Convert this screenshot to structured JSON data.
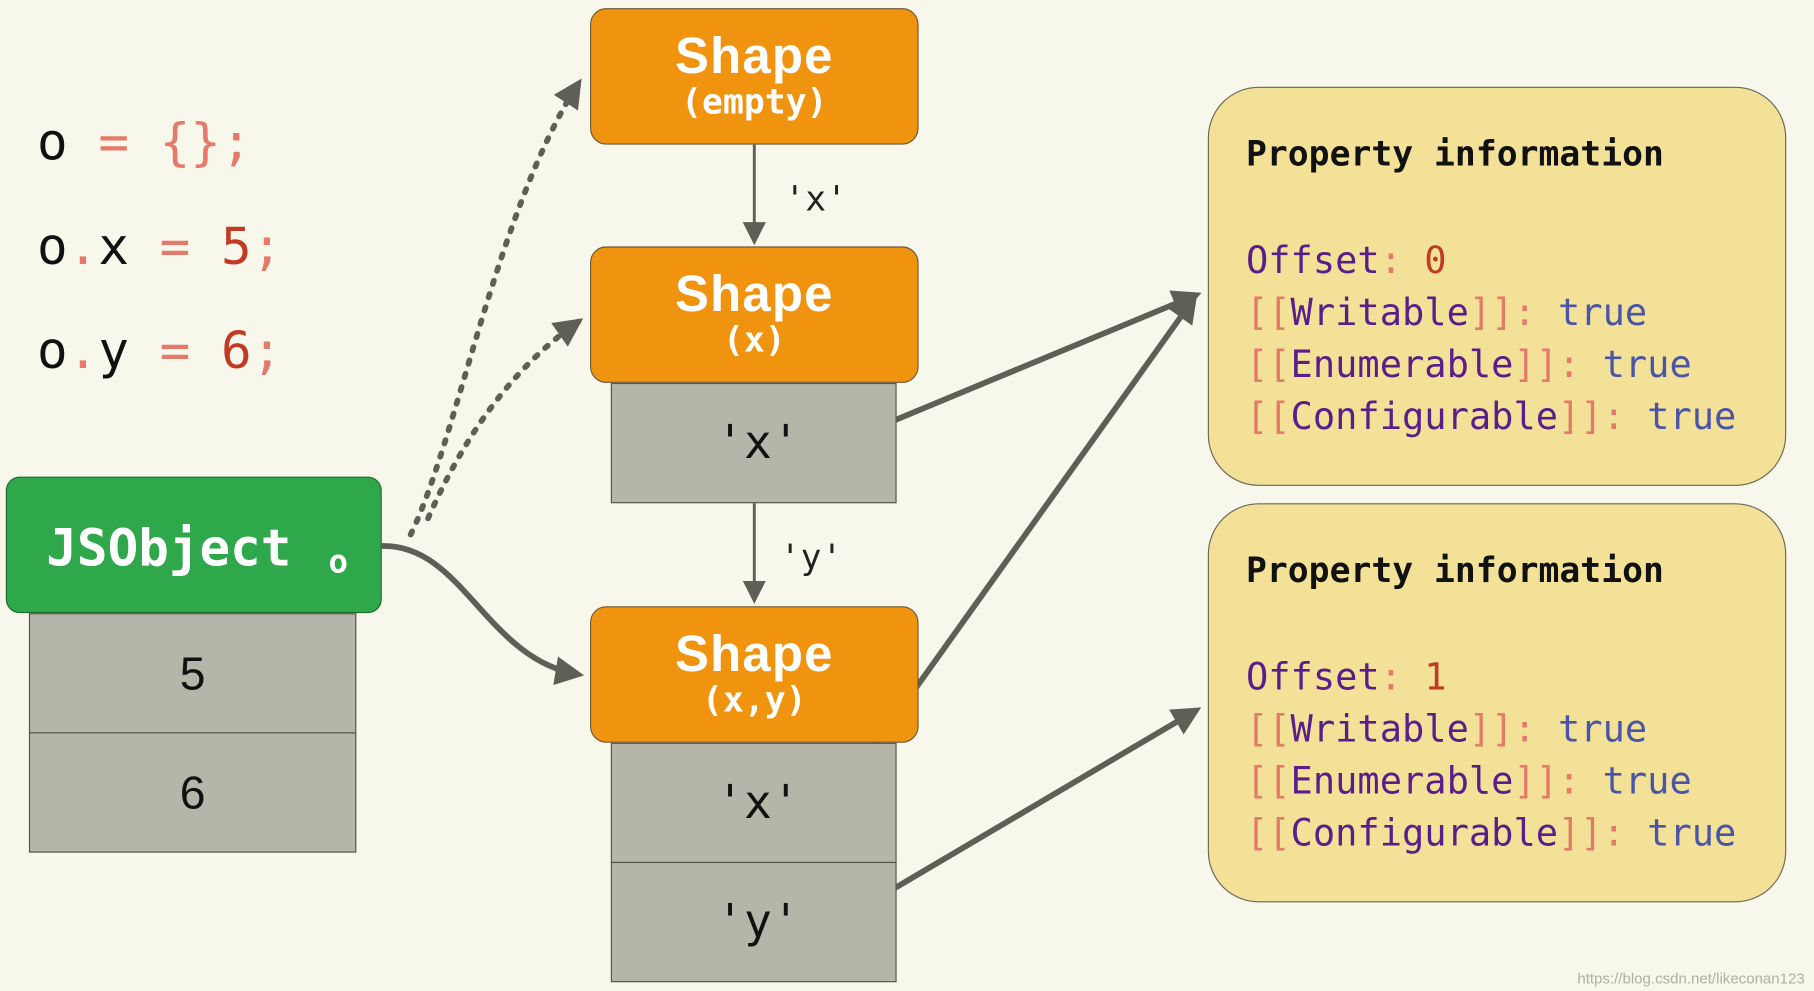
{
  "code": {
    "line1": {
      "var": "o",
      "op": "=",
      "val": "{};"
    },
    "line2": {
      "obj": "o",
      "dot": ".",
      "prop": "x",
      "op": "=",
      "num": "5",
      "semi": ";"
    },
    "line3": {
      "obj": "o",
      "dot": ".",
      "prop": "y",
      "op": "=",
      "num": "6",
      "semi": ";"
    }
  },
  "shapes": [
    {
      "title": "Shape",
      "sub": "(empty)"
    },
    {
      "title": "Shape",
      "sub": "(x)",
      "slots": [
        "'x'"
      ]
    },
    {
      "title": "Shape",
      "sub": "(x,y)",
      "slots": [
        "'x'",
        "'y'"
      ]
    }
  ],
  "transitions": [
    "'x'",
    "'y'"
  ],
  "jsobject": {
    "label": "JSObject",
    "name": "o",
    "values": [
      "5",
      "6"
    ]
  },
  "property_info": [
    {
      "header": "Property information",
      "offset_key": "Offset",
      "offset_val": "0",
      "writable_key": "Writable",
      "writable_val": "true",
      "enumerable_key": "Enumerable",
      "enumerable_val": "true",
      "configurable_key": "Configurable",
      "configurable_val": "true"
    },
    {
      "header": "Property information",
      "offset_key": "Offset",
      "offset_val": "1",
      "writable_key": "Writable",
      "writable_val": "true",
      "enumerable_key": "Enumerable",
      "enumerable_val": "true",
      "configurable_key": "Configurable",
      "configurable_val": "true"
    }
  ],
  "watermark": "https://blog.csdn.net/likeconan123",
  "colors": {
    "shape": "#f0930e",
    "jsobject": "#2ea84b",
    "slot": "#b5b5aa",
    "info": "#f2e196",
    "arrow": "#5f6055",
    "background": "#f8f7ec"
  }
}
